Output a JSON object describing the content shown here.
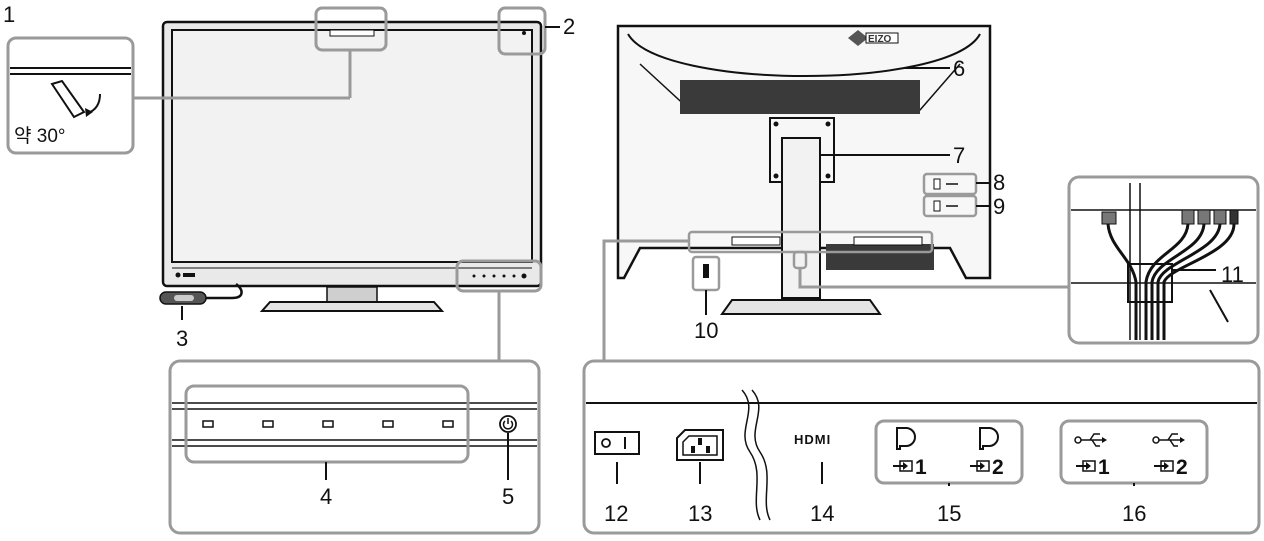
{
  "callouts": [
    "1",
    "2",
    "3",
    "4",
    "5",
    "6",
    "7",
    "8",
    "9",
    "10",
    "11",
    "12",
    "13",
    "14",
    "15",
    "16"
  ],
  "tilt_caption": "약 30°",
  "brand_logo": "EIZO",
  "hdmi_logo": "HDMI",
  "input_1": "1",
  "input_2": "2",
  "colors": {
    "line": "#111111",
    "callout_frame": "#9a9a9a",
    "screen": "#f2f2f2",
    "bezel": "#2a2a2a",
    "back": "#3a3a3a"
  }
}
